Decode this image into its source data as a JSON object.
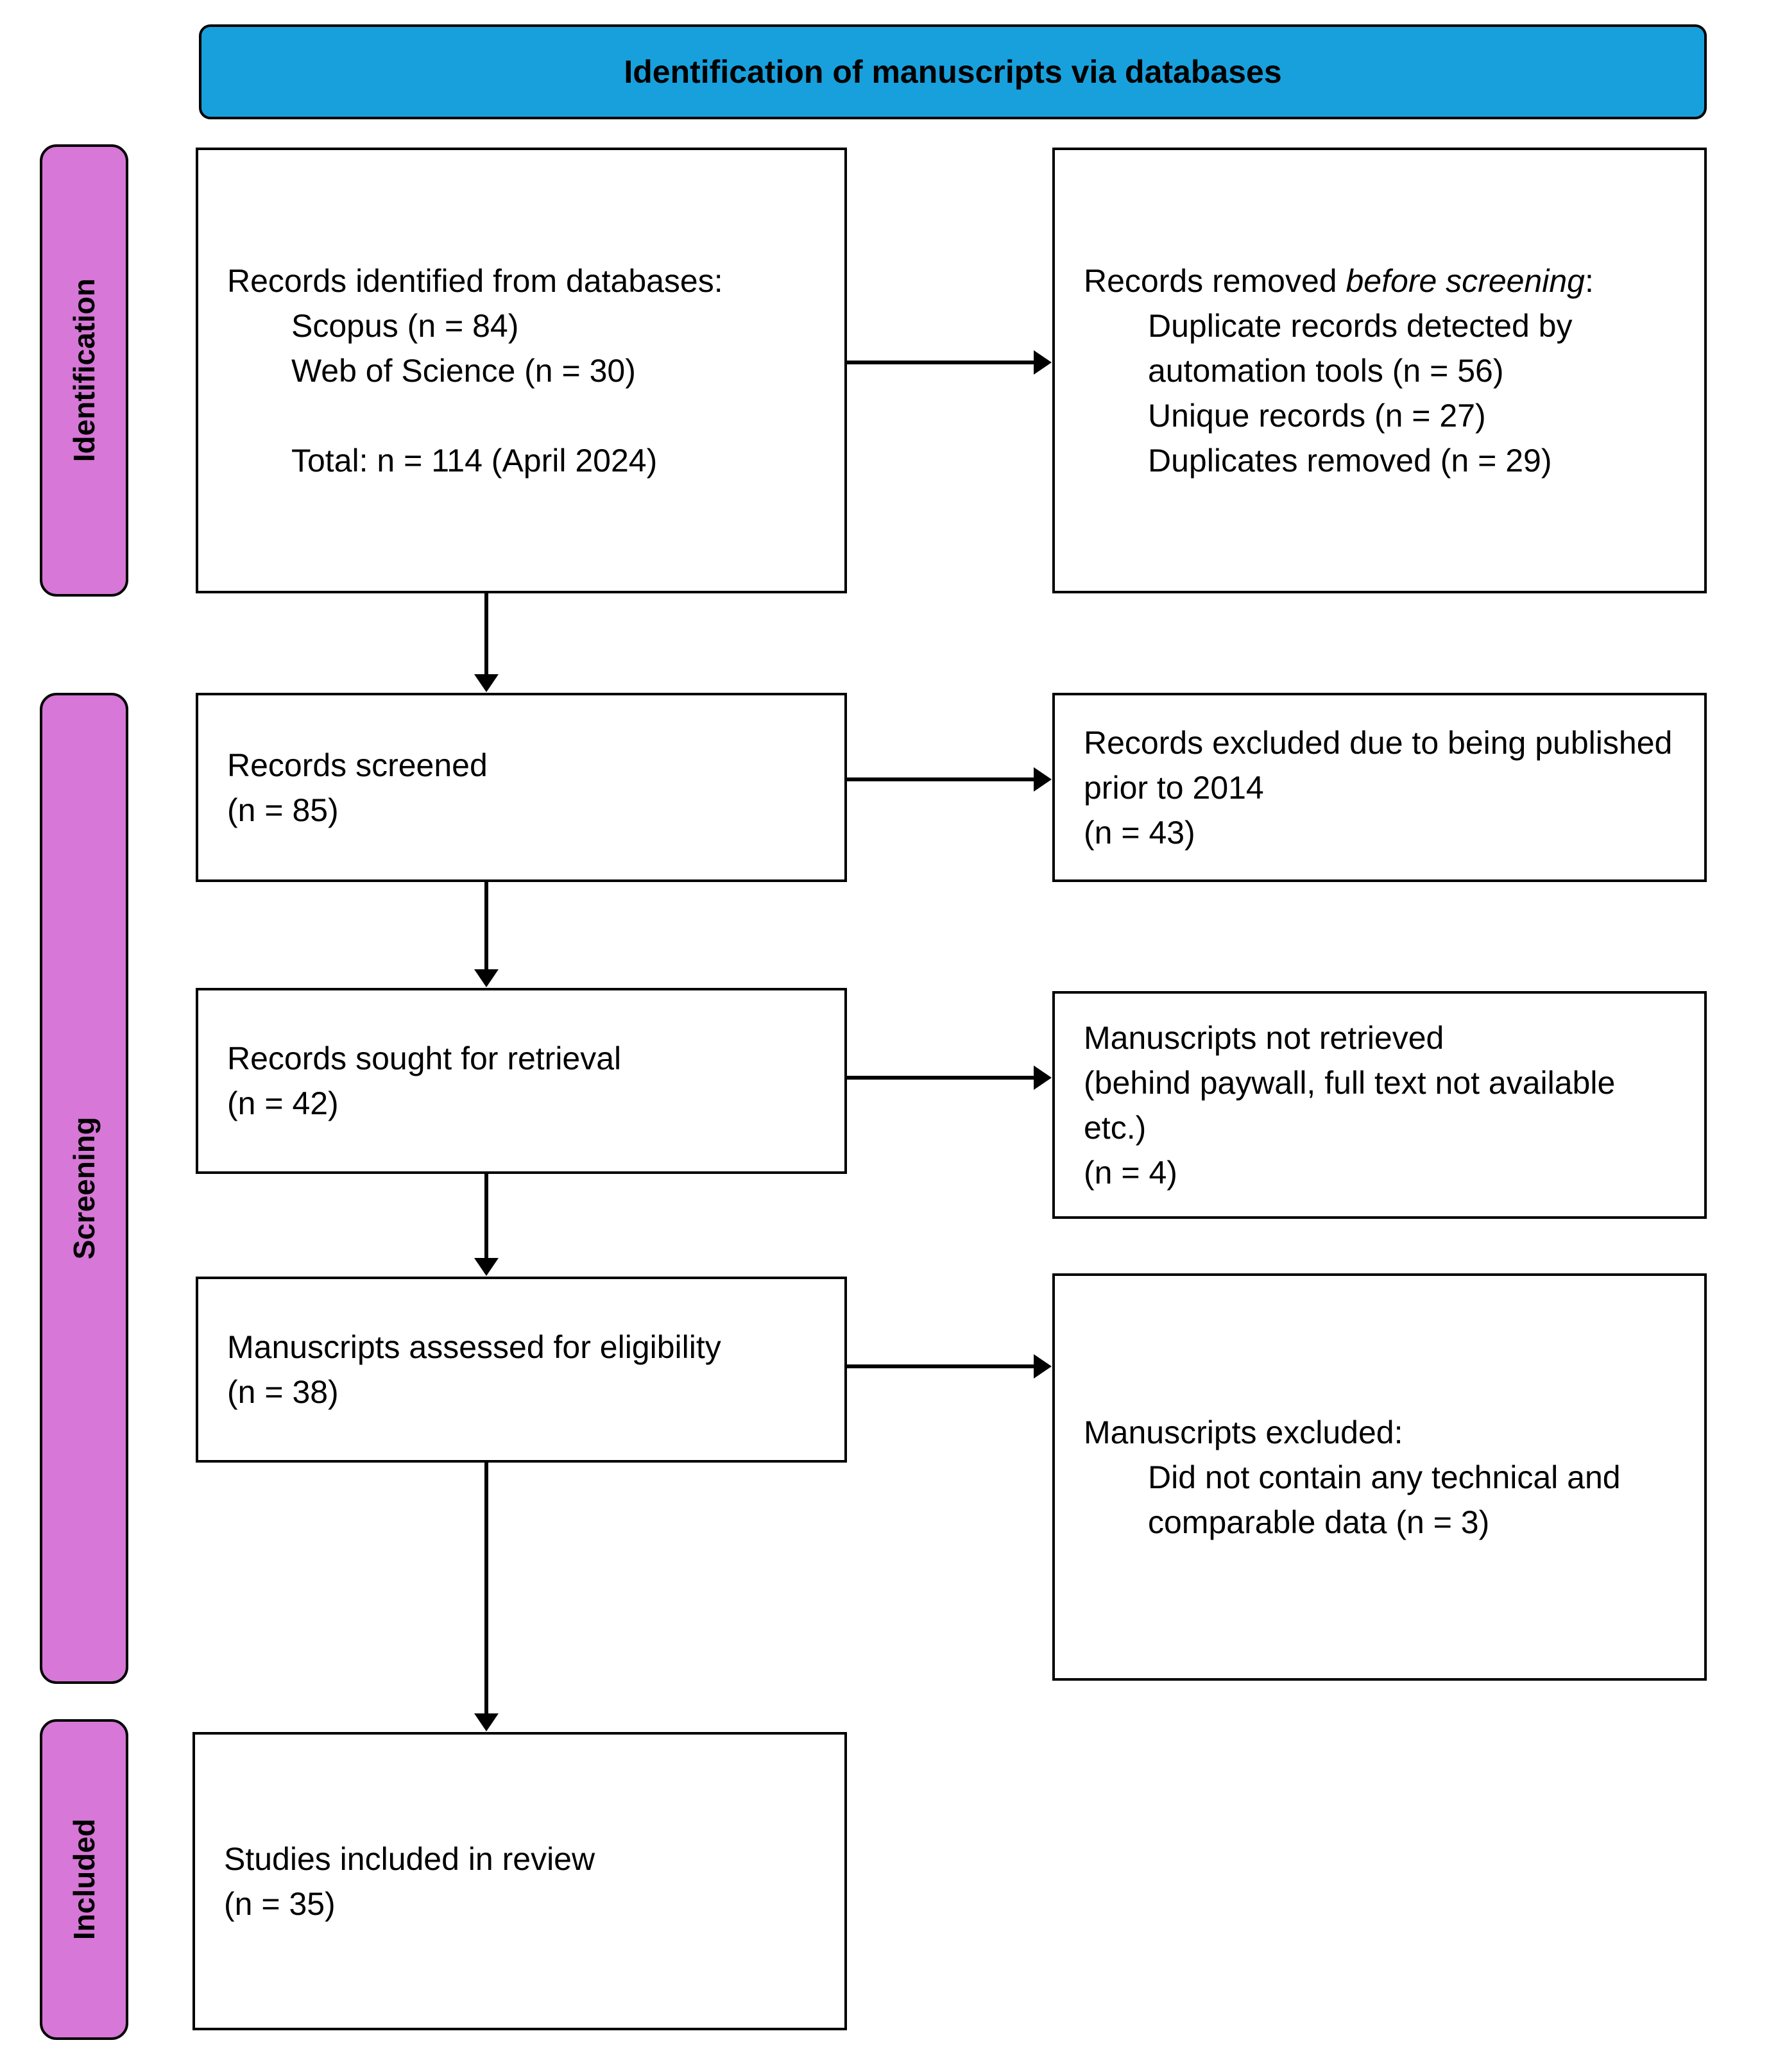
{
  "header": {
    "title": "Identification of manuscripts via databases"
  },
  "stages": {
    "identification": "Identification",
    "screening": "Screening",
    "included": "Included"
  },
  "flow_boxes": {
    "records_identified": {
      "heading": "Records identified from databases:",
      "items": [
        "Scopus (n = 84)",
        "Web of Science (n = 30)"
      ],
      "total": "Total: n = 114 (April 2024)"
    },
    "records_screened": {
      "heading": "Records screened",
      "count": "(n = 85)"
    },
    "records_sought": {
      "heading": "Records sought for retrieval",
      "count": "(n = 42)"
    },
    "manuscripts_assessed": {
      "heading": "Manuscripts assessed for eligibility",
      "count": "(n = 38)"
    },
    "studies_included": {
      "heading": "Studies included in review",
      "count": "(n = 35)"
    }
  },
  "exclusion_boxes": {
    "records_removed": {
      "heading_prefix": "Records removed ",
      "heading_italic": "before screening",
      "heading_suffix": ":",
      "items": [
        "Duplicate records detected by automation tools (n = 56)",
        "Unique records (n = 27)",
        "Duplicates removed (n = 29)"
      ]
    },
    "records_excluded": {
      "text": "Records excluded due to being published prior to 2014",
      "count": "(n = 43)"
    },
    "manuscripts_not_retrieved": {
      "heading": "Manuscripts not retrieved",
      "detail": "(behind paywall, full text not available etc.)",
      "count": "(n = 4)"
    },
    "manuscripts_excluded": {
      "heading": "Manuscripts excluded:",
      "items": [
        "Did not contain any technical and comparable data (n = 3)"
      ]
    }
  },
  "colors": {
    "banner_fill": "#18A0DC",
    "stage_fill": "#D777D7",
    "box_border": "#000000"
  }
}
